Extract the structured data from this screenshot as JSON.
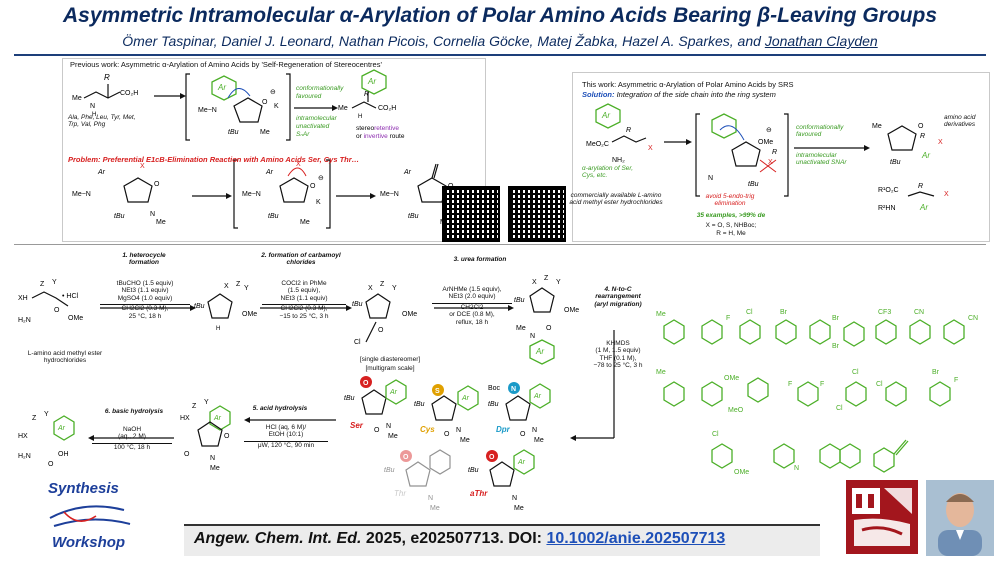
{
  "header": {
    "title": "Asymmetric Intramolecular α-Arylation of Polar Amino Acids Bearing β-Leaving Groups",
    "authors_main": "Ömer Taspinar, Daniel J. Leonard, Nathan Picois, Cornelia Göcke, Matej Žabka, Hazel A. Sparkes, and ",
    "author_corresponding": "Jonathan Clayden"
  },
  "previous_work": {
    "heading": "Previous work: Asymmetric α-Arylation of Amino Acids by 'Self-Regeneration of Stereocentres'",
    "amino_acids": "Ala, Phe, Leu, Tyr, Met, Trp, Val, Phg",
    "conformationally": "conformationally favoured",
    "intramolecular": "intramolecular unactivated SNAr",
    "route_pre": "stereo",
    "route_retentive": "retentive",
    "route_mid": " or ",
    "route_invertive": "invertive",
    "route_post": " route",
    "problem_label": "Problem:",
    "problem_text": " Preferential E1cB-Elimination Reaction with Amino Acids Ser, Cys Thr…"
  },
  "this_work": {
    "heading": "This work: Asymmetric α-Arylation of Polar Amino Acids by SRS",
    "solution_label": "Solution:",
    "solution_text": " Integration of the side chain into the ring system",
    "alpha_arylation": "α-arylation of Ser, Cys, etc.",
    "commercial": "commercially available L-amino acid methyl ester hydrochlorides",
    "avoid": "avoid 5-endo-trig elimination",
    "examples": "35 examples, >99% de",
    "x_def": "X = O, S, NHBoc;",
    "r_def": "R = H, Me",
    "conf_fav": "conformationally favoured",
    "intra": "intramolecular unactivated SNAr",
    "derivatives": "amino acid derivatives"
  },
  "steps": {
    "s1_title": "1. heterocycle formation",
    "s1_cond": [
      "tBuCHO (1.5 equiv)",
      "NEt3 (1.1 equiv)",
      "MgSO4 (1.0 equiv)",
      "CH2Cl2 (0.3 M),",
      "25 °C, 18 h"
    ],
    "s2_title": "2. formation of carbamoyl chlorides",
    "s2_cond": [
      "COCl2 in PhMe",
      "(1.5 equiv),",
      "NEt3 (1.1 equiv)",
      "CH2Cl2 (0.3 M),",
      "−15 to 25 °C, 3 h"
    ],
    "s3_title": "3. urea formation",
    "s3_cond": [
      "ArNHMe (1.5 equiv),",
      "NEt3 (2.0 equiv)",
      "CH2Cl2",
      "or DCE (0.8 M),",
      "reflux, 18 h"
    ],
    "s4_title": "4. N-to-C rearrangement (aryl migration)",
    "s4_cond": [
      "KHMDS",
      "(1 M, 1.5 equiv)",
      "THF (0.1 M),",
      "−78 to 25 °C, 3 h"
    ],
    "s5_title": "5. acid hydrolysis",
    "s5_cond": [
      "HCl (aq, 6 M)/",
      "EtOH (10:1)",
      "μW, 120 °C, 90 min"
    ],
    "s6_title": "6. basic hydrolysis",
    "s6_cond": [
      "NaOH",
      "(aq., 2 M)",
      "100 °C, 18 h"
    ],
    "start_label": "L-amino acid methyl ester hydrochlorides",
    "single_diast": "[single diastereomer]",
    "multigram": "[multigram scale]"
  },
  "products": {
    "ser": "Ser",
    "cys": "Cys",
    "dpr": "Dpr",
    "thr": "Thr",
    "athr": "aThr",
    "boc": "Boc"
  },
  "aryl_subs": [
    "Me",
    "F",
    "Cl",
    "Br",
    "Br",
    "Br",
    "CF3",
    "CN",
    "CN",
    "Me",
    "OMe",
    "MeO",
    "F",
    "F",
    "Cl",
    "Cl",
    "Cl",
    "Br",
    "F",
    "Cl",
    "OMe",
    "N"
  ],
  "logo": {
    "line1": "Synthesis",
    "line2": "Workshop"
  },
  "footer": {
    "journal": "Angew. Chem. Int. Ed.",
    "year_ref": " 2025, e202507713. DOI: ",
    "doi": "10.1002/anie.202507713"
  },
  "colors": {
    "title_blue": "#0b2a5e",
    "aryl_green": "#4caf28",
    "problem_red": "#d72020",
    "doi_blue": "#1d4fb8",
    "bristol_red": "#a3161d"
  }
}
